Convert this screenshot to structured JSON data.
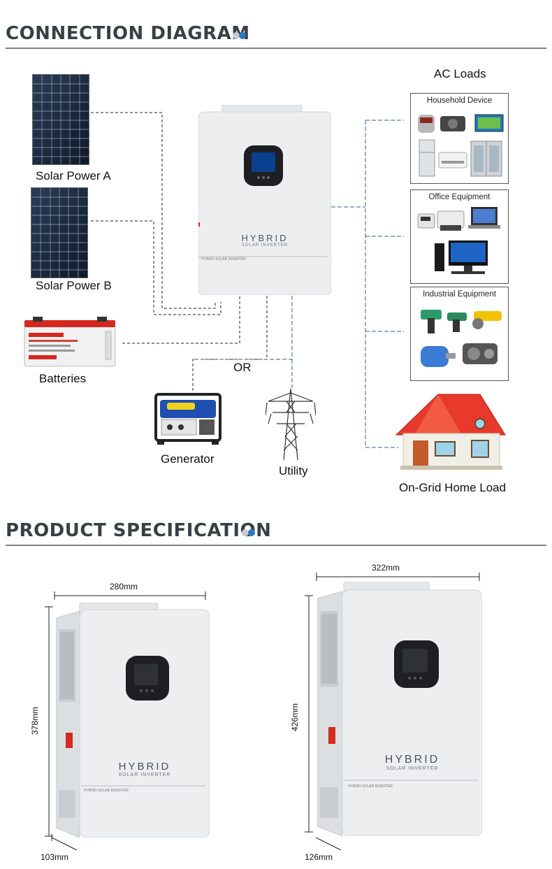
{
  "sections": {
    "connection_title": "CONNECTION DIAGRAM",
    "spec_title": "PRODUCT SPECIFICATION"
  },
  "colors": {
    "title_text": "#3a3f45",
    "dot_light": "#c7ccd2",
    "dot_accent": "#2f78c4",
    "line_blue": "#2c5f8f",
    "line_dark": "#222222",
    "roof_red": "#e8392c"
  },
  "diagram": {
    "solar_a": "Solar Power A",
    "solar_b": "Solar Power B",
    "batteries": "Batteries",
    "generator": "Generator",
    "utility": "Utility",
    "or": "OR",
    "ac_loads": "AC Loads",
    "household": "Household Device",
    "office": "Office Equipment",
    "industrial": "Industrial Equipment",
    "home_load": "On-Grid Home Load",
    "inverter_brand": "HYBRID",
    "inverter_sub": "SOLAR INVERTER",
    "inverter_strip": "HYBRID SOLAR INVERTER"
  },
  "spec": {
    "small": {
      "width": "280mm",
      "height": "378mm",
      "depth": "103mm"
    },
    "large": {
      "width": "322mm",
      "height": "426mm",
      "depth": "126mm"
    },
    "inverter_brand": "HYBRID",
    "inverter_sub": "SOLAR INVERTER",
    "inverter_strip": "HYBRID SOLAR INVERTER"
  }
}
